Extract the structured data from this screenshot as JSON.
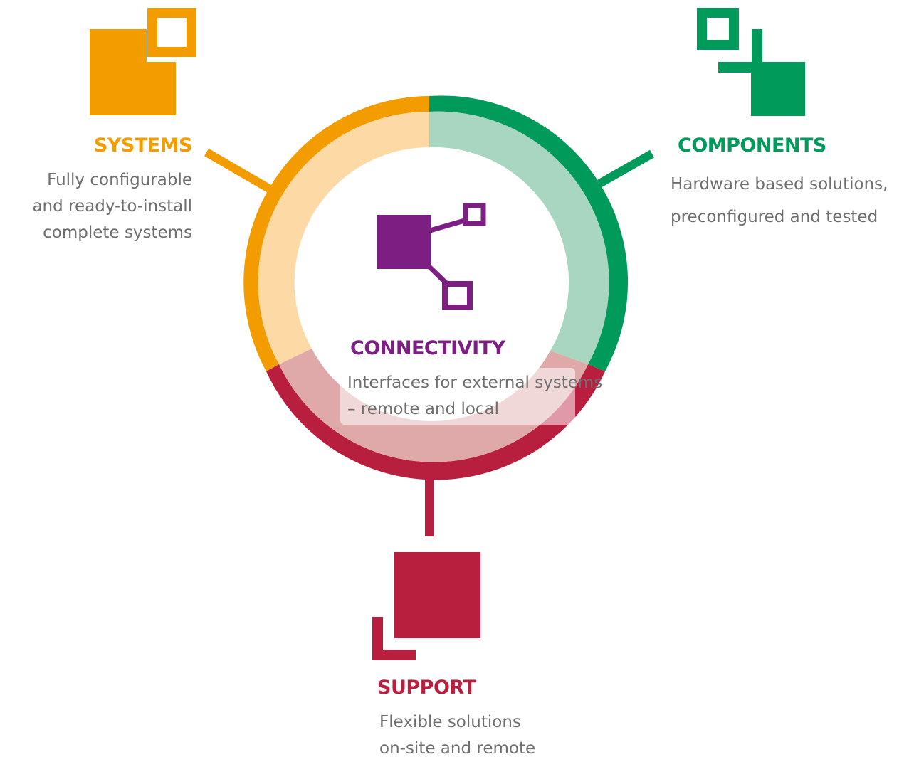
{
  "colors": {
    "systems": "#f39c00",
    "systems_light": "#fdd9a6",
    "components": "#009a5b",
    "components_light": "#a9d6c0",
    "support": "#b81e3e",
    "support_light": "#e0a9a9",
    "connectivity": "#7d1f82",
    "text": "#6e6e6e"
  },
  "systems": {
    "title": "SYSTEMS",
    "lines": [
      "Fully configurable",
      "and ready-to-install",
      "complete systems"
    ],
    "icon": "systems-squares-icon"
  },
  "components": {
    "title": "COMPONENTS",
    "lines": [
      "Hardware based solutions,",
      "preconfigured and tested"
    ],
    "icon": "components-squares-icon"
  },
  "connectivity": {
    "title": "CONNECTIVITY",
    "lines": [
      "Interfaces for external systems",
      "– remote and local"
    ],
    "icon": "connectivity-network-icon"
  },
  "support": {
    "title": "SUPPORT",
    "lines": [
      "Flexible solutions",
      "on-site and remote"
    ],
    "icon": "support-squares-icon"
  }
}
